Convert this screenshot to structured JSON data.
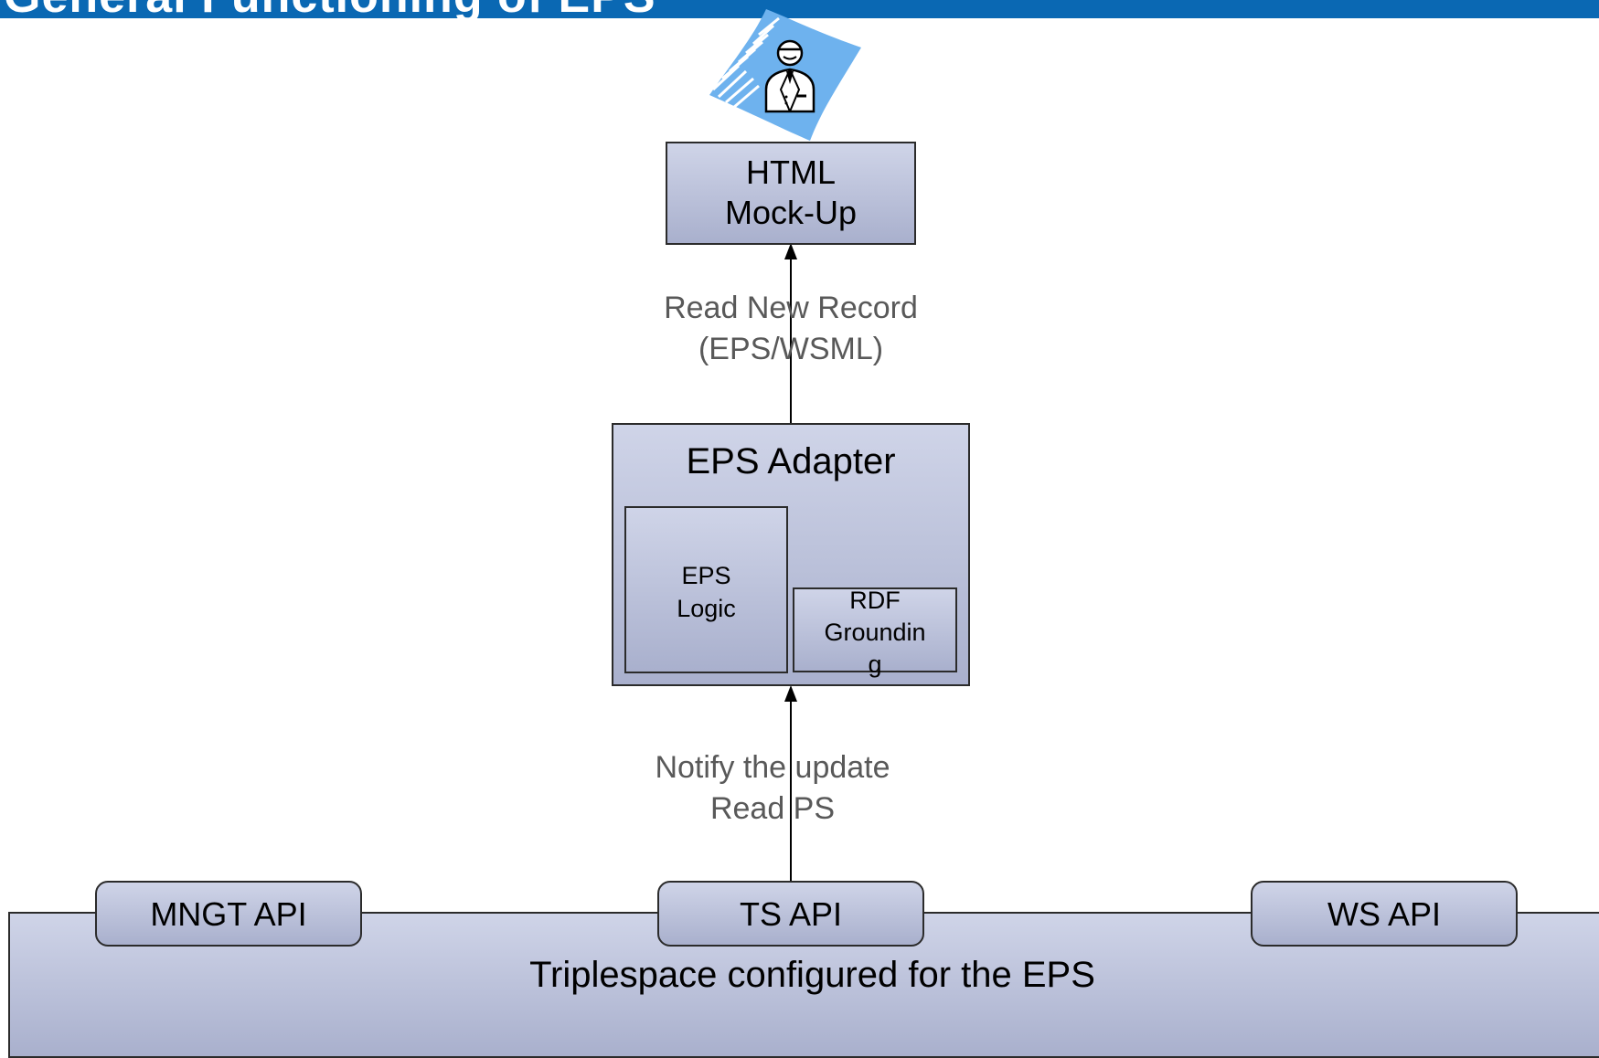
{
  "header": {
    "title": "General Functioning of EPS"
  },
  "icons": {
    "user": "doctor-user-icon"
  },
  "nodes": {
    "html_mockup": {
      "line1": "HTML",
      "line2": "Mock-Up"
    },
    "eps_adapter": {
      "title": "EPS Adapter"
    },
    "eps_logic": {
      "line1": "EPS",
      "line2": "Logic"
    },
    "rdf_grounding": {
      "line1": "RDF",
      "line2": "Groundin",
      "line3": "g"
    },
    "mngt_api": {
      "label": "MNGT API"
    },
    "ts_api": {
      "label": "TS API"
    },
    "ws_api": {
      "label": "WS API"
    },
    "triplespace": {
      "label": "Triplespace configured for the EPS"
    }
  },
  "edges": {
    "read_record": {
      "line1": "Read New Record",
      "line2": "(EPS/WSML)"
    },
    "notify": {
      "line1": "Notify the update",
      "line2": "Read PS"
    }
  },
  "colors": {
    "header": "#0a68b3",
    "box_fill_top": "#cfd4e8",
    "box_fill_bottom": "#a9b0cd",
    "edge_label": "#595959",
    "icon_swoosh": "#6eb2ee"
  }
}
